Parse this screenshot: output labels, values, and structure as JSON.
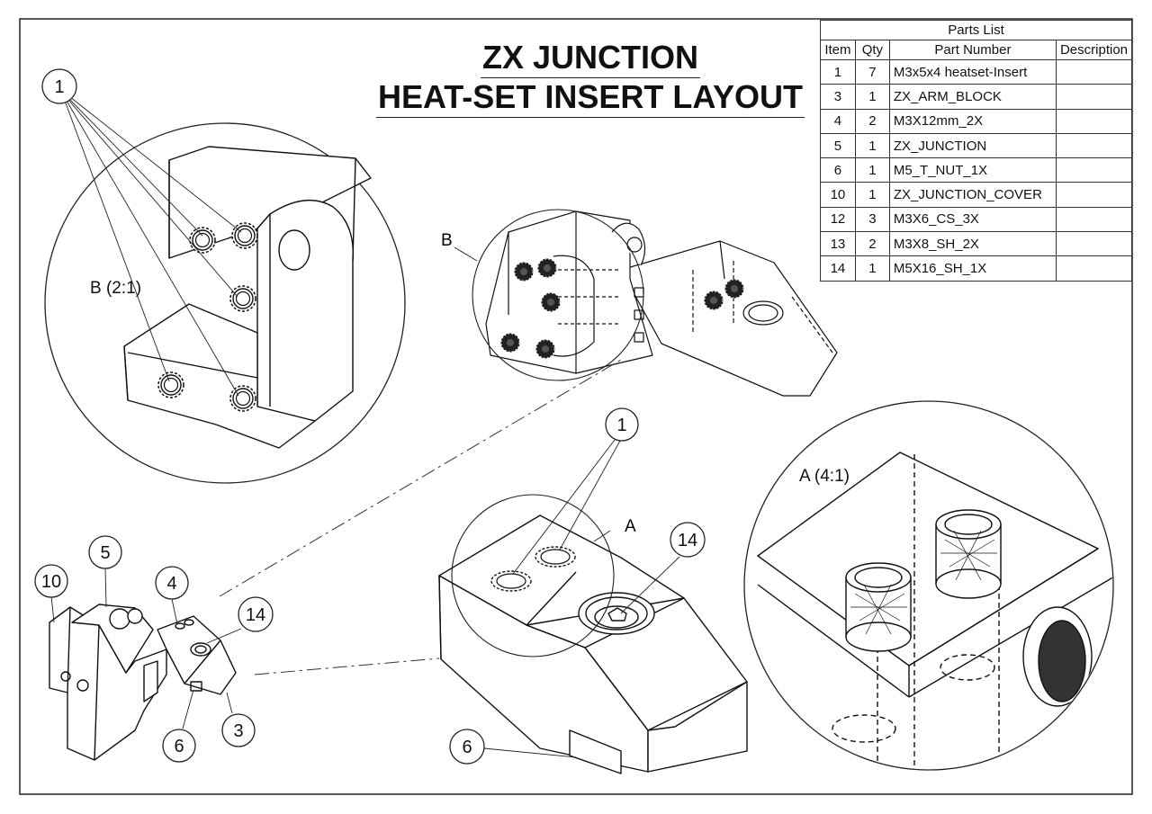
{
  "title": {
    "line1": "ZX JUNCTION",
    "line2": "HEAT-SET INSERT LAYOUT"
  },
  "views": {
    "detail_b_label": "B (2:1)",
    "detail_a_label": "A (4:1)",
    "callout_b": "B",
    "callout_a": "A"
  },
  "balloons": {
    "b_detail": "1",
    "a_main": "1",
    "a_screw": "14",
    "main_tnut": "6",
    "asm_10": "10",
    "asm_5": "5",
    "asm_4": "4",
    "asm_14": "14",
    "asm_6": "6",
    "asm_3": "3"
  },
  "parts_list": {
    "caption": "Parts List",
    "columns": [
      "Item",
      "Qty",
      "Part Number",
      "Description"
    ],
    "rows": [
      {
        "item": "1",
        "qty": "7",
        "part": "M3x5x4 heatset-Insert",
        "desc": ""
      },
      {
        "item": "3",
        "qty": "1",
        "part": "ZX_ARM_BLOCK",
        "desc": ""
      },
      {
        "item": "4",
        "qty": "2",
        "part": "M3X12mm_2X",
        "desc": ""
      },
      {
        "item": "5",
        "qty": "1",
        "part": "ZX_JUNCTION",
        "desc": ""
      },
      {
        "item": "6",
        "qty": "1",
        "part": "M5_T_NUT_1X",
        "desc": ""
      },
      {
        "item": "10",
        "qty": "1",
        "part": "ZX_JUNCTION_COVER",
        "desc": ""
      },
      {
        "item": "12",
        "qty": "3",
        "part": "M3X6_CS_3X",
        "desc": ""
      },
      {
        "item": "13",
        "qty": "2",
        "part": "M3X8_SH_2X",
        "desc": ""
      },
      {
        "item": "14",
        "qty": "1",
        "part": "M5X16_SH_1X",
        "desc": ""
      }
    ]
  }
}
